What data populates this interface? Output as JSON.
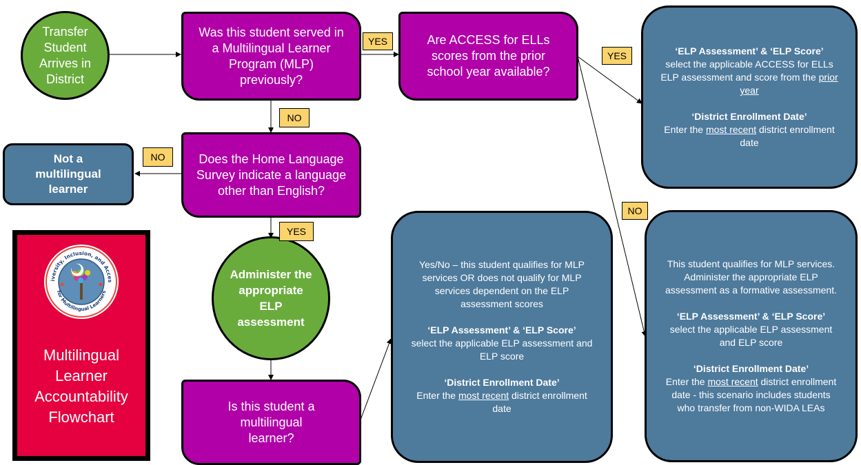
{
  "colors": {
    "start_green": "#6aac3c",
    "question_magenta": "#b100a8",
    "result_blue": "#4e7a9c",
    "tag_yellow": "#fad36c",
    "cover_red": "#e5003f"
  },
  "nodes": {
    "start": "Transfer Student Arrives in District",
    "q_mlp": "Was this student served in a Multilingual Learner Program (MLP) previously?",
    "q_access": "Are ACCESS for ELLs scores from the prior school year available?",
    "q_hls": "Does the Home Language Survey indicate a language other than English?",
    "not_ml": "Not a multilingual learner",
    "administer": "Administer the appropriate ELP assessment",
    "q_is_ml": "Is this student a multilingual learner?"
  },
  "result_prior": {
    "h1": "‘ELP Assessment’ & ‘ELP Score’",
    "t1a": "select the applicable ACCESS for ELLs ELP assessment and score from the ",
    "t1b": "prior year",
    "h2": "‘District Enrollment Date’",
    "t2a": "Enter the ",
    "t2b": "most recent",
    "t2c": " district enrollment date"
  },
  "result_formative": {
    "intro": "This student qualifies for MLP services. Administer the appropriate ELP assessment as a formative assessment.",
    "h1": "‘ELP Assessment’ & ‘ELP Score’",
    "t1": "select the applicable ELP assessment and ELP score",
    "h2": "‘District Enrollment Date’",
    "t2a": "Enter the ",
    "t2b": "most recent",
    "t2c": " district enrollment date - this scenario includes students who transfer from non-WIDA LEAs"
  },
  "result_yesno": {
    "intro": "Yes/No – this student qualifies for MLP services OR does not qualify for MLP services dependent on the ELP assessment scores",
    "h1": "‘ELP Assessment’ & ‘ELP Score’",
    "t1": "select the applicable ELP assessment and ELP score",
    "h2": "‘District Enrollment Date’",
    "t2a": "Enter the ",
    "t2b": "most recent",
    "t2c": " district enrollment date"
  },
  "tags": {
    "yes_mlp": "YES",
    "yes_access": "YES",
    "no_access": "NO",
    "no_mlp": "NO",
    "no_hls": "NO",
    "yes_hls": "YES"
  },
  "cover": {
    "logo_top": "Diversity, Inclusion, and Access",
    "logo_bottom": "for Multilingual Learners",
    "title_line1": "Multilingual",
    "title_line2": "Learner",
    "title_line3": "Accountability",
    "title_line4": "Flowchart"
  }
}
